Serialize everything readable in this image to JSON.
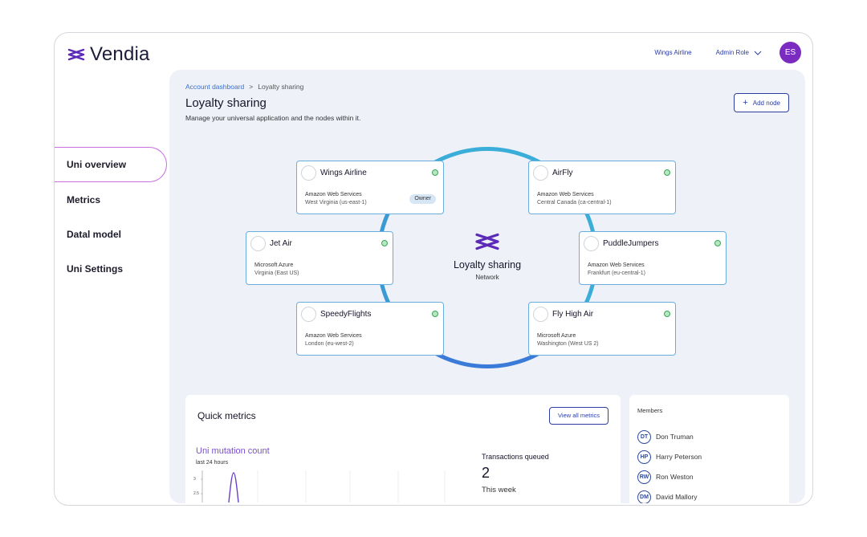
{
  "app": {
    "name": "Vendia"
  },
  "topbar": {
    "org": "Wings Airline",
    "role": "Admin Role",
    "avatar_initials": "ES"
  },
  "nav": {
    "items": [
      {
        "label": "Uni overview",
        "active": true
      },
      {
        "label": "Metrics"
      },
      {
        "label": "Datal model"
      },
      {
        "label": "Uni Settings"
      }
    ]
  },
  "breadcrumb": {
    "parent": "Account dashboard",
    "separator": ">",
    "current": "Loyalty sharing"
  },
  "page": {
    "title": "Loyalty sharing",
    "subtitle": "Manage your universal application and the nodes within it.",
    "add_node_label": "Add node"
  },
  "network": {
    "title": "Loyalty sharing",
    "subtitle": "Network",
    "nodes": [
      {
        "name": "Wings Airline",
        "provider": "Amazon Web Services",
        "region": "West Virginia (us-east-1)",
        "badge": "Owner"
      },
      {
        "name": "AirFly",
        "provider": "Amazon Web Services",
        "region": "Central Canada (ca-central-1)"
      },
      {
        "name": "Jet Air",
        "provider": "Microsoft Azure",
        "region": "Virginia (East US)"
      },
      {
        "name": "PuddleJumpers",
        "provider": "Amazon Web Services",
        "region": "Frankfurt (eu-central-1)"
      },
      {
        "name": "SpeedyFlights",
        "provider": "Amazon Web Services",
        "region": "London (eu-west-2)"
      },
      {
        "name": "Fly High Air",
        "provider": "Microsoft Azure",
        "region": "Washington (West US 2)"
      }
    ]
  },
  "metrics": {
    "title": "Quick metrics",
    "view_all_label": "View all metrics",
    "mutation_title": "Uni mutation count",
    "mutation_period": "last 24 hours",
    "y_ticks": [
      "3",
      "2.5"
    ],
    "transactions_label": "Transactions queued",
    "transactions_value": "2",
    "transactions_period": "This week"
  },
  "members": {
    "title": "Members",
    "list": [
      {
        "initials": "DT",
        "name": "Don Truman"
      },
      {
        "initials": "HP",
        "name": "Harry Peterson"
      },
      {
        "initials": "RW",
        "name": "Ron Weston"
      },
      {
        "initials": "DM",
        "name": "David Mallory"
      }
    ]
  },
  "colors": {
    "brand": "#7b2bc0",
    "link": "#2d3ea3",
    "status_ok": "#34a853",
    "ring": "#3aaed8"
  }
}
